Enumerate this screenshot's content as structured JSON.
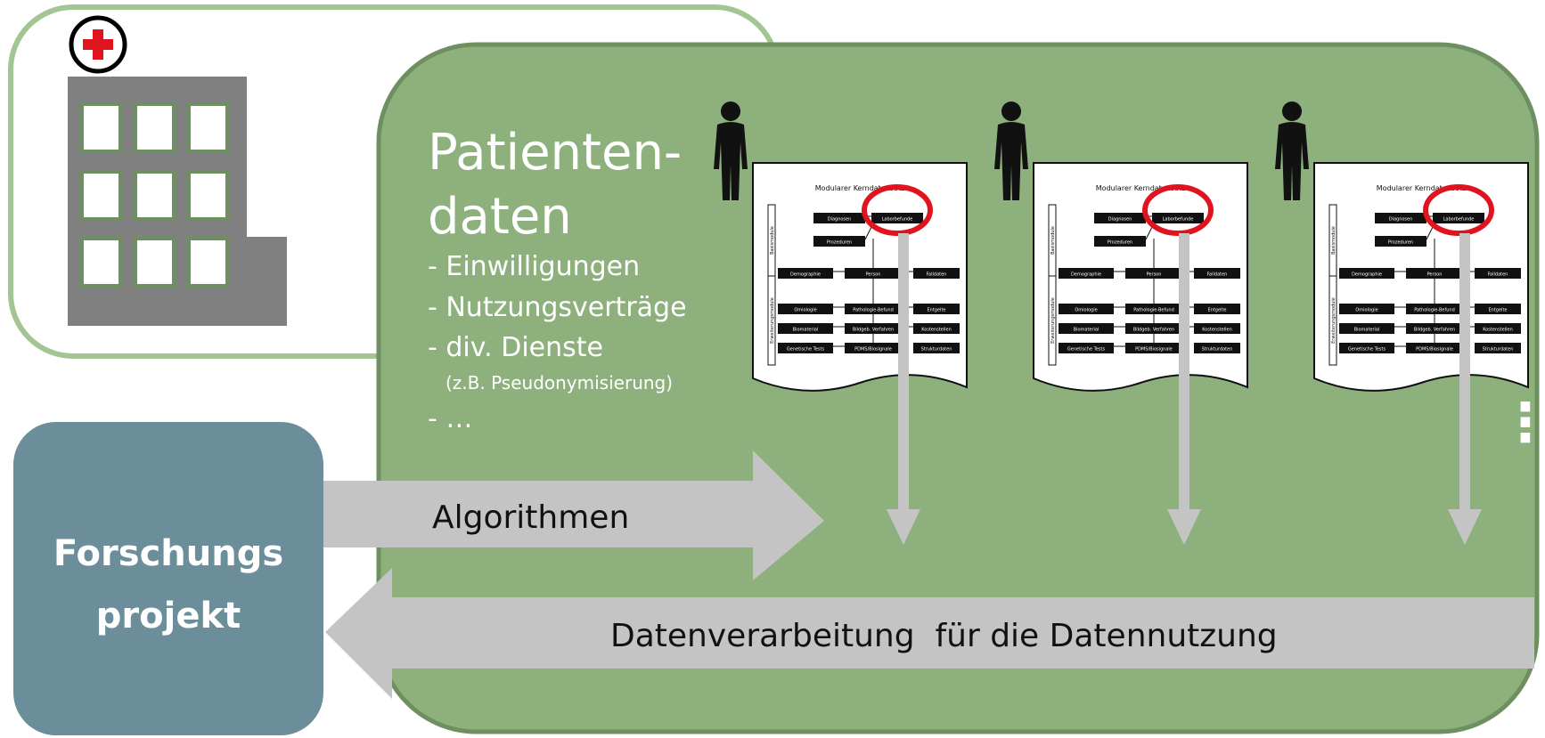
{
  "colors": {
    "green_panel": "#8db07d",
    "green_border": "#6e8f5f",
    "hospital_border": "#a3c493",
    "building": "#808080",
    "window_fill": "#ffffff",
    "window_border": "#6e8f5f",
    "project_box": "#6b8e9a",
    "arrow": "#c4c4c4",
    "highlight_circle": "#e0141e",
    "person": "#111111",
    "text_white": "#ffffff",
    "text_dark": "#111111"
  },
  "hospital": {
    "icon": "red-cross-icon",
    "building_icon": "hospital-building-icon"
  },
  "patient_data": {
    "title_line1": "Patienten-",
    "title_line2": "daten",
    "items": [
      "- Einwilligungen",
      "- Nutzungsverträge",
      "- div. Dienste"
    ],
    "note": "(z.B. Pseudonymisierung)",
    "more": "- …"
  },
  "documents": [
    {
      "heading": "Modularer Kerndatensatz",
      "boxes": {
        "diagnosen": "Diagnosen",
        "laborbefunde": "Laborbefunde",
        "prozeduren": "Prozeduren",
        "demographie": "Demographie",
        "person": "Person",
        "falldaten": "Falldaten",
        "omiologie": "Omiologie",
        "pathologie": "Pathologie-Befund",
        "entgelte": "Entgelte",
        "biomaterial": "Biomaterial",
        "bildgeb": "Bildgeb. Verfahren",
        "kostenstellen": "Kostenstellen",
        "genetische": "Genetische Tests",
        "proms": "PDMS/Biosignale",
        "strukturdaten": "Strukturdaten"
      },
      "side_labels": {
        "basis": "Basismodule",
        "erweiterung": "Erweiterungsmodule"
      }
    },
    {
      "heading": "Modularer Kerndatensatz",
      "boxes": {
        "diagnosen": "Diagnosen",
        "laborbefunde": "Laborbefunde",
        "prozeduren": "Prozeduren",
        "demographie": "Demographie",
        "person": "Person",
        "falldaten": "Falldaten",
        "omiologie": "Omiologie",
        "pathologie": "Pathologie-Befund",
        "entgelte": "Entgelte",
        "biomaterial": "Biomaterial",
        "bildgeb": "Bildgeb. Verfahren",
        "kostenstellen": "Kostenstellen",
        "genetische": "Genetische Tests",
        "proms": "PDMS/Biosignale",
        "strukturdaten": "Strukturdaten"
      },
      "side_labels": {
        "basis": "Basismodule",
        "erweiterung": "Erweiterungsmodule"
      }
    },
    {
      "heading": "Modularer Kerndatensatz",
      "boxes": {
        "diagnosen": "Diagnosen",
        "laborbefunde": "Laborbefunde",
        "prozeduren": "Prozeduren",
        "demographie": "Demographie",
        "person": "Person",
        "falldaten": "Falldaten",
        "omiologie": "Omiologie",
        "pathologie": "Pathologie-Befund",
        "entgelte": "Entgelte",
        "biomaterial": "Biomaterial",
        "bildgeb": "Bildgeb. Verfahren",
        "kostenstellen": "Kostenstellen",
        "genetische": "Genetische Tests",
        "proms": "PDMS/Biosignale",
        "strukturdaten": "Strukturdaten"
      },
      "side_labels": {
        "basis": "Basismodule",
        "erweiterung": "Erweiterungsmodule"
      }
    }
  ],
  "ellipsis": "⋮",
  "arrows": {
    "algorithms": "Algorithmen",
    "data_processing": "Datenverarbeitung  für die Datennutzung"
  },
  "research_project": {
    "line1": "Forschungs",
    "line2": "projekt"
  }
}
